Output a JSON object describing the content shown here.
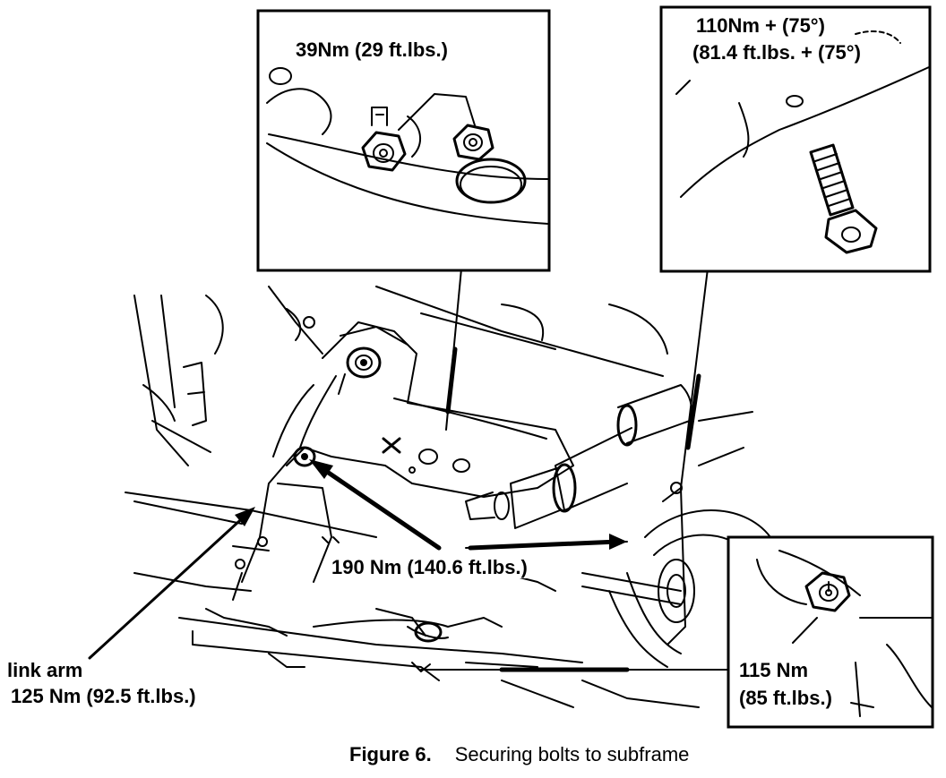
{
  "callouts": {
    "top_left_inset": "39Nm (29 ft.lbs.)",
    "top_right_inset_line1": "110Nm + (75°)",
    "top_right_inset_line2": "(81.4 ft.lbs. + (75°)",
    "center_bolt": "190 Nm (140.6 ft.lbs.)",
    "link_arm_line1": "link arm",
    "link_arm_line2": "125 Nm (92.5 ft.lbs.)",
    "bottom_right_line1": "115 Nm",
    "bottom_right_line2": "(85 ft.lbs.)"
  },
  "caption": {
    "figure_number": "Figure 6.",
    "text": "Securing bolts to subframe"
  },
  "colors": {
    "ink": "#000000",
    "paper": "#ffffff"
  }
}
